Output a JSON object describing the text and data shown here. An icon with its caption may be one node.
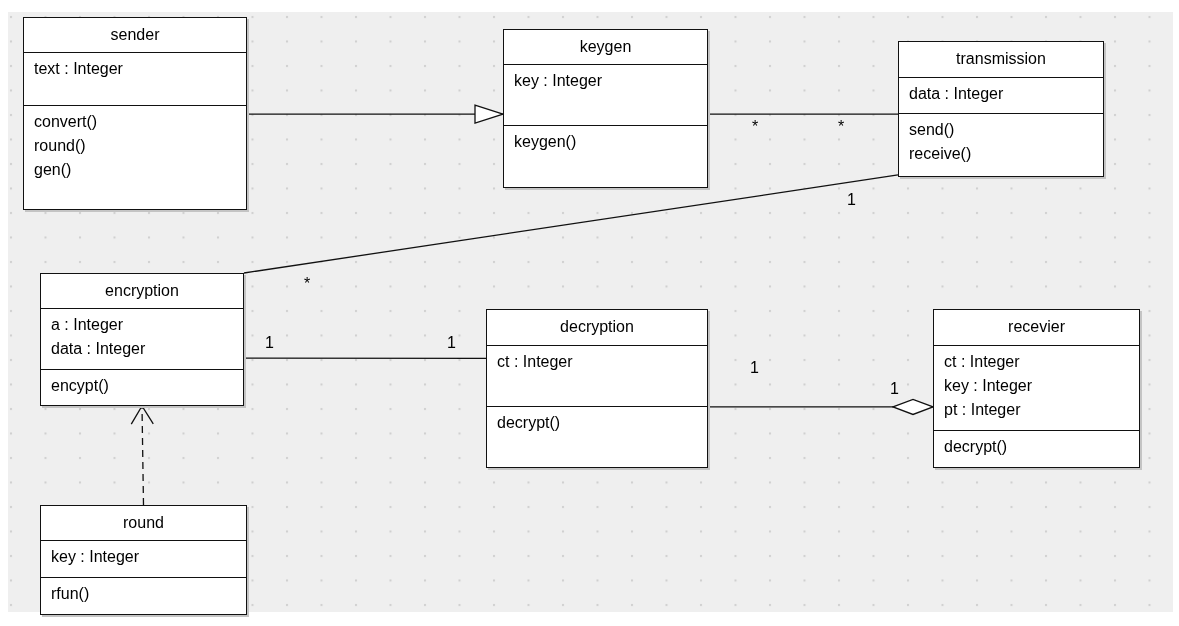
{
  "diagram": {
    "nodes": [
      {
        "text": [
          "sender",
          "text : Integer",
          "convert()",
          "round()",
          "gen()"
        ]
      },
      {
        "text": [
          "keygen",
          "key : Integer",
          "keygen()"
        ]
      },
      {
        "text": [
          "transmission",
          "data : Integer",
          "send()",
          "receive()"
        ]
      },
      {
        "text": [
          "encryption",
          "a : Integer",
          "data : Integer",
          "encypt()"
        ]
      },
      {
        "text": [
          "decryption",
          "ct : Integer",
          "decrypt()"
        ]
      },
      {
        "text": [
          "recevier",
          "ct : Integer",
          "key : Integer",
          "pt : Integer",
          "decrypt()"
        ]
      },
      {
        "text": [
          "round",
          "key : Integer",
          "rfun()"
        ]
      }
    ],
    "edges": [
      {
        "from": 0,
        "to": 1,
        "arrow": "to"
      },
      {
        "from": 1,
        "to": 2,
        "arrow": "none"
      },
      {
        "from": 2,
        "to": 3,
        "arrow": "none"
      },
      {
        "from": 3,
        "to": 4,
        "arrow": "none"
      },
      {
        "from": 4,
        "to": 5,
        "arrow": "other"
      },
      {
        "from": 6,
        "to": 3,
        "arrow": "to",
        "style": "dashed"
      }
    ],
    "labels": [
      "*",
      "*",
      "1",
      "*",
      "1",
      "1",
      "1",
      "1"
    ]
  }
}
